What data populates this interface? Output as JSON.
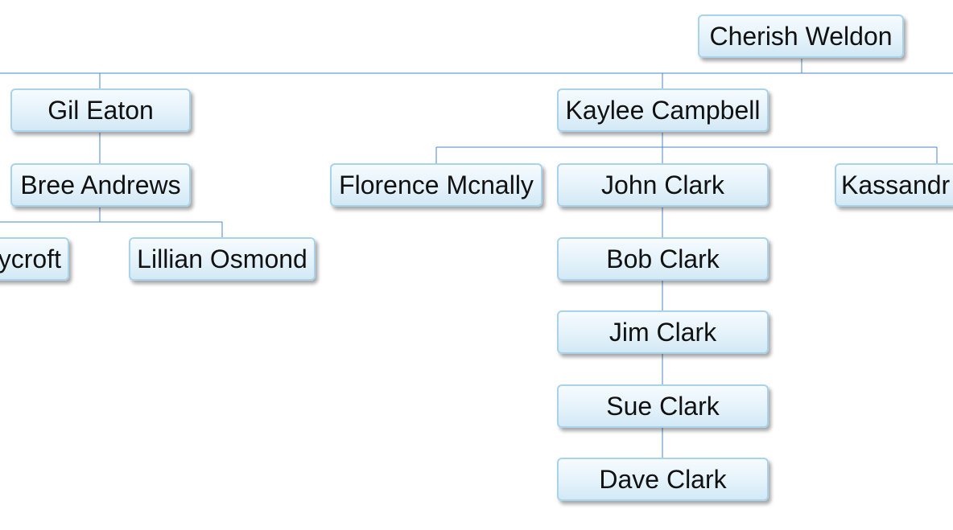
{
  "org_chart": {
    "nodes": [
      {
        "id": "cherish-weldon",
        "label": "Cherish Weldon",
        "parent": null
      },
      {
        "id": "gil-eaton",
        "label": "Gil Eaton",
        "parent": "cherish-weldon"
      },
      {
        "id": "kaylee-campbell",
        "label": "Kaylee Campbell",
        "parent": "cherish-weldon"
      },
      {
        "id": "bree-andrews",
        "label": "Bree Andrews",
        "parent": "gil-eaton"
      },
      {
        "id": "ycroft",
        "label": "ycroft",
        "parent": "bree-andrews"
      },
      {
        "id": "lillian-osmond",
        "label": "Lillian Osmond",
        "parent": "bree-andrews"
      },
      {
        "id": "florence-mcnally",
        "label": "Florence Mcnally",
        "parent": "kaylee-campbell"
      },
      {
        "id": "john-clark",
        "label": "John Clark",
        "parent": "kaylee-campbell"
      },
      {
        "id": "kassandr",
        "label": "Kassandr",
        "parent": "kaylee-campbell"
      },
      {
        "id": "bob-clark",
        "label": "Bob Clark",
        "parent": "john-clark"
      },
      {
        "id": "jim-clark",
        "label": "Jim Clark",
        "parent": "bob-clark"
      },
      {
        "id": "sue-clark",
        "label": "Sue Clark",
        "parent": "jim-clark"
      },
      {
        "id": "dave-clark",
        "label": "Dave Clark",
        "parent": "sue-clark"
      }
    ]
  },
  "colors": {
    "connector": "#4a86c8",
    "node_border": "#a9d3ea",
    "node_fill_top": "#f6fbfe",
    "node_fill_bottom": "#d2e9f5",
    "text": "#111111"
  }
}
